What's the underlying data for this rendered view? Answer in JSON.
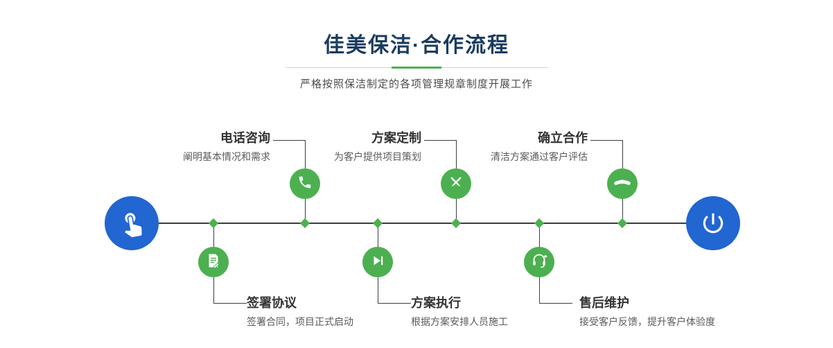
{
  "header": {
    "title": "佳美保洁·合作流程",
    "subtitle": "严格按照保洁制定的各项管理规章制度开展工作"
  },
  "timeline": {
    "start_icon": "hand-pointer-icon",
    "end_icon": "power-icon",
    "steps_top": [
      {
        "label": "电话咨询",
        "desc": "阐明基本情况和需求",
        "icon": "phone-icon"
      },
      {
        "label": "方案定制",
        "desc": "为客户提供项目策划",
        "icon": "pencil-ruler-icon"
      },
      {
        "label": "确立合作",
        "desc": "清洁方案通过客户评估",
        "icon": "handshake-icon"
      }
    ],
    "steps_bottom": [
      {
        "label": "签署协议",
        "desc": "签署合同，项目正式启动",
        "icon": "contract-icon"
      },
      {
        "label": "方案执行",
        "desc": "根据方案安排人员施工",
        "icon": "play-icon"
      },
      {
        "label": "售后维护",
        "desc": "接受客户反馈，提升客户体验度",
        "icon": "headset-icon"
      }
    ]
  },
  "colors": {
    "accent_green": "#4cb050",
    "accent_blue": "#2166d1",
    "title_navy": "#1b3c5f"
  }
}
